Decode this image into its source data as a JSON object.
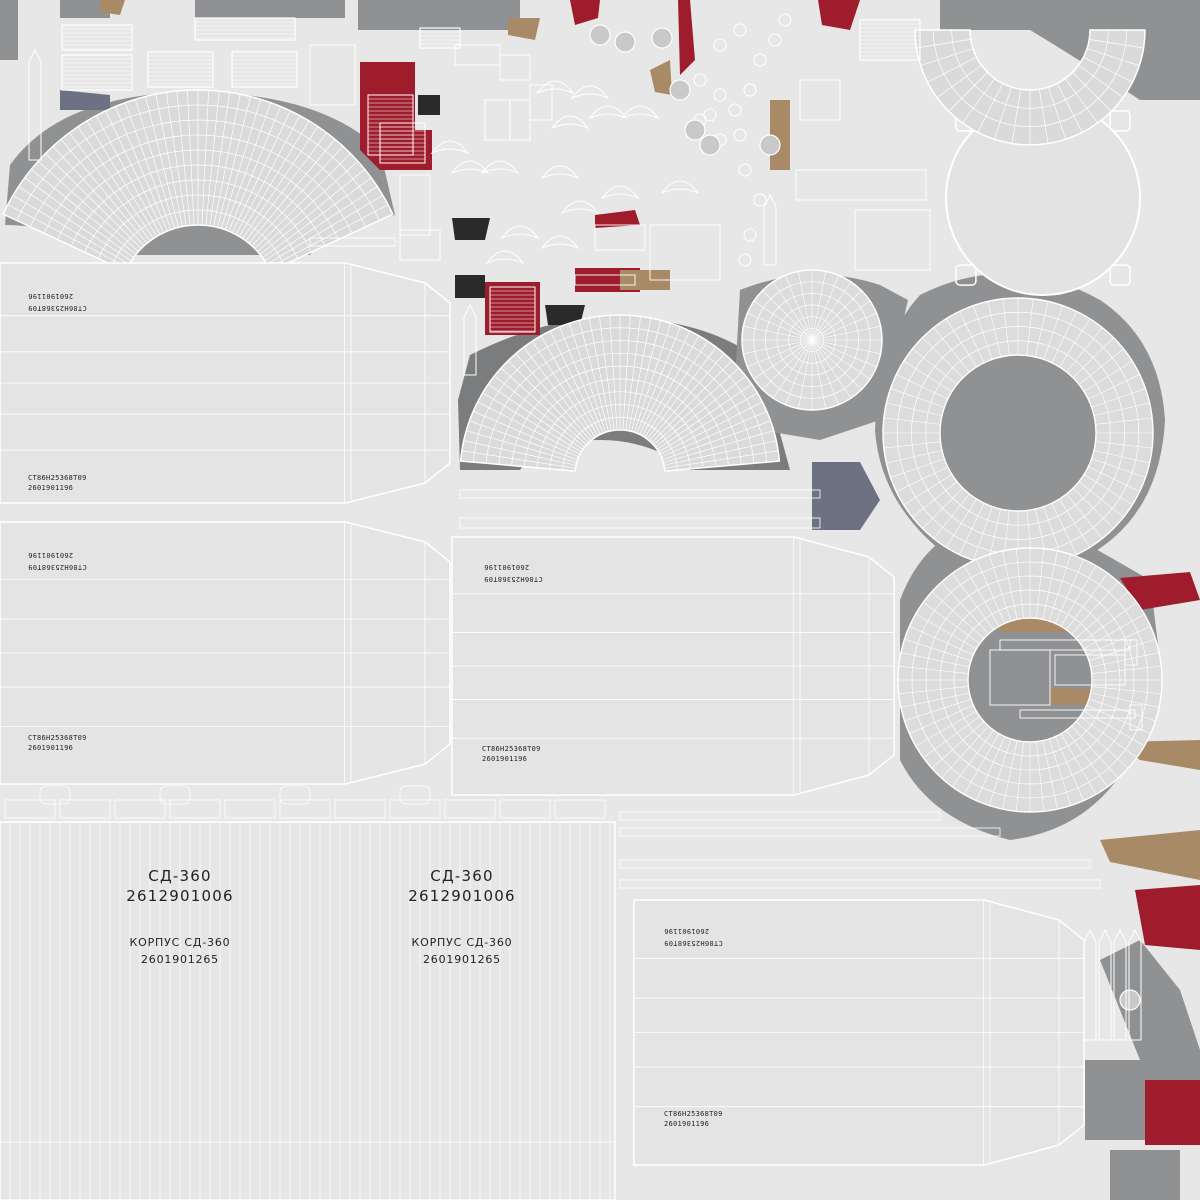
{
  "colors": {
    "background": "#e7e7e7",
    "wire": "#ffffff",
    "shadow_gray": "#8f9193",
    "dark_gray": "#7a7c7e",
    "red": "#9e1c2b",
    "wood": "#a88a66",
    "black": "#2a2a2a",
    "blue_gray": "#6d7283"
  },
  "labels": {
    "panel1_top_a": "2601901196",
    "panel1_top_b": "СТ86Н25368Т09",
    "panel1_bot_a": "СТ86Н25368Т09",
    "panel1_bot_b": "2601901196",
    "panel2_top_a": "2601901196",
    "panel2_top_b": "СТ86Н25368Т09",
    "panel2_bot_a": "СТ86Н25368Т09",
    "panel2_bot_b": "2601901196",
    "panel3_top_a": "2601901196",
    "panel3_top_b": "СТ86Н25368Т09",
    "panel3_bot_a": "СТ86Н25368Т09",
    "panel3_bot_b": "2601901196",
    "panel4_top_a": "2601901196",
    "panel4_top_b": "СТ86Н25368Т09",
    "panel4_bot_a": "СТ86Н25368Т09",
    "panel4_bot_b": "2601901196",
    "stencil_left_title": "СД-360",
    "stencil_left_code": "2612901006",
    "stencil_left_sub": "КОРПУС СД-360",
    "stencil_left_sub_code": "2601901265",
    "stencil_right_title": "СД-360",
    "stencil_right_code": "2612901006",
    "stencil_right_sub": "КОРПУС СД-360",
    "stencil_right_sub_code": "2601901265"
  }
}
